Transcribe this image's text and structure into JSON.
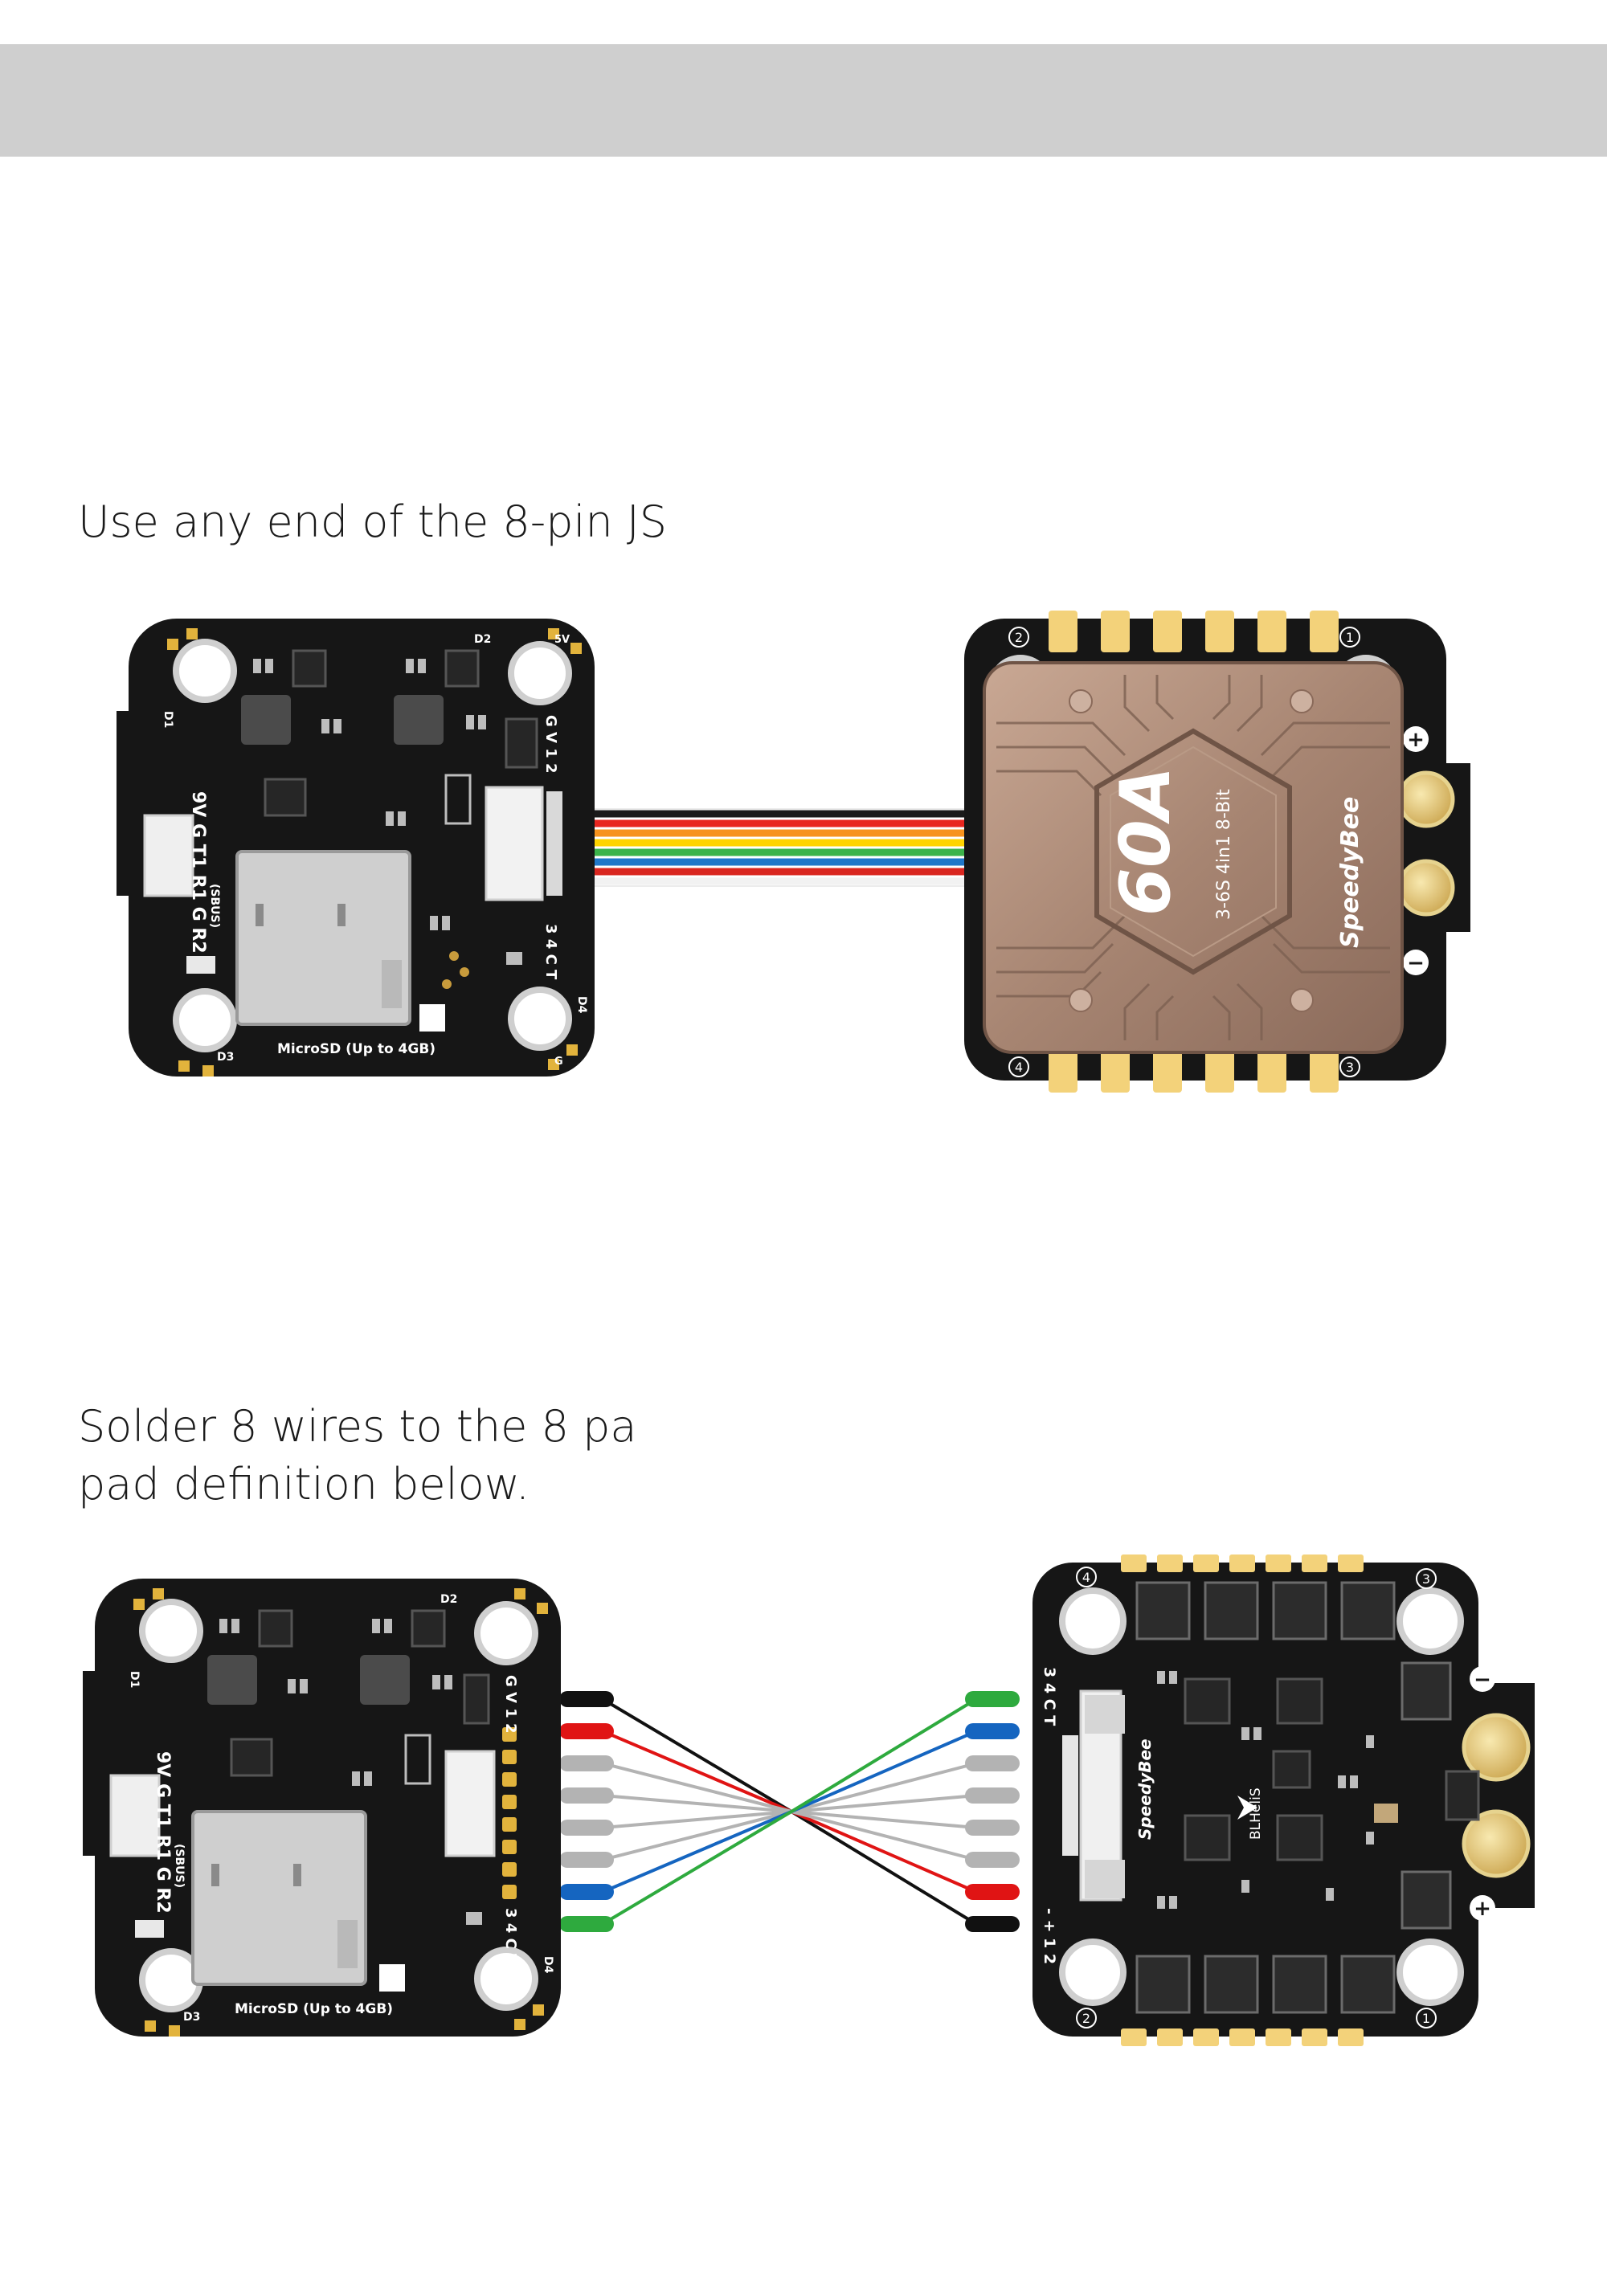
{
  "section1": {
    "caption": "Use any end of the 8-pin JS",
    "fc": {
      "pad_labels": [
        "9V",
        "G",
        "T1",
        "R1",
        "G",
        "R2"
      ],
      "sbus_label": "(SBUS)",
      "connector_label": "G V 1 2",
      "connector_label2": "3 4 C T",
      "sd_label": "MicroSD (Up to 4GB)",
      "corner_labels": [
        "D1",
        "D2",
        "D3",
        "D4",
        "5V",
        "G"
      ]
    },
    "esc": {
      "rating": "60A",
      "spec": "3-6S 4in1 8-Bit",
      "brand": "SpeedyBee",
      "plus": "+",
      "minus": "−",
      "mount_numbers": [
        "1",
        "2",
        "3",
        "4"
      ]
    },
    "cable_colors": [
      "#1a1a1a",
      "#e8261f",
      "#f7931e",
      "#ffd400",
      "#3cb34a",
      "#1f77c9",
      "#d9261f",
      "#f2f2f2"
    ]
  },
  "section2": {
    "caption_line1": "Solder 8 wires to the 8 pa",
    "caption_line2": "pad definition below.",
    "esc": {
      "brand": "SpeedyBee",
      "firmware": "BLHeliS",
      "header_top": "3 4 C T",
      "header_bottom": "- + 1 2",
      "plus": "+",
      "minus": "−",
      "mount_numbers": [
        "1",
        "2",
        "3",
        "4"
      ]
    },
    "left_wire_colors": [
      "#111111",
      "#e01414",
      "#b3b3b3",
      "#b3b3b3",
      "#b3b3b3",
      "#b3b3b3",
      "#1565c0",
      "#2eaa3e"
    ],
    "right_wire_colors": [
      "#2eaa3e",
      "#1565c0",
      "#b3b3b3",
      "#b3b3b3",
      "#b3b3b3",
      "#b3b3b3",
      "#e01414",
      "#111111"
    ]
  }
}
